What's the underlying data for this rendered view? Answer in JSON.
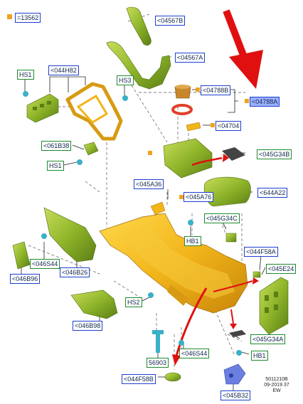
{
  "legend": {
    "equals": "=13562"
  },
  "labels": {
    "l04567B": "<04567B",
    "l04567A": "<04567A",
    "l044H82": "<044H82",
    "lHS1a": "HS1",
    "lHS3": "HS3",
    "l04788B": "<04788B",
    "l04788A": "<04788A",
    "l04704": "<04704",
    "l061B38": "<061B38",
    "lHS1b": "HS1",
    "l045G34B": "<045G34B",
    "l045A36": "<045A36",
    "l045A76": "<045A76",
    "l644A22": "<644A22",
    "l045G34C": "<045G34C",
    "lHB1a": "HB1",
    "l046S44a": "<046S44",
    "l046B96": "<046B96",
    "l046B26": "<046B26",
    "l044F58A": "<044F58A",
    "l045E24": "<045E24",
    "lHS2": "HS2",
    "l046B98": "<046B98",
    "l045G34A": "<045G34A",
    "l56903": "56903",
    "l046S44b": "<046S44",
    "lHB1b": "HB1",
    "l044F58B": "<044F58B",
    "l045B32": "<045B32"
  },
  "footer": {
    "line1": "5011210B",
    "line2": "09-2019 37",
    "line3": "EW"
  },
  "colors": {
    "part_green": "#8fb52a",
    "part_yellow": "#f2b51a",
    "arrow_red": "#e01010",
    "label_blue": "#1c3fd0",
    "label_green": "#1f8a2d",
    "selected_fill": "#9ab0ff"
  },
  "icons": [
    "big-red-arrow-icon",
    "red-curved-arrow-icon",
    "orange-square-icon"
  ]
}
